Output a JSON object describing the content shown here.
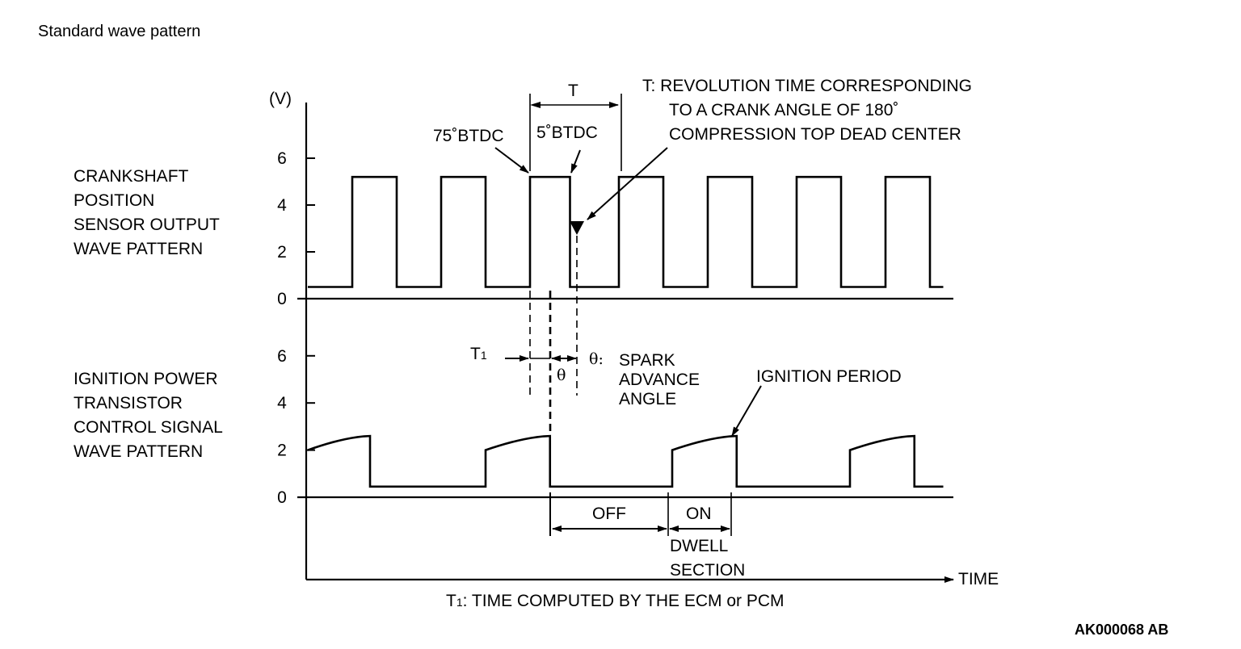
{
  "title": "Standard wave pattern",
  "figure_code": "AK000068 AB",
  "chart_data": {
    "type": "line",
    "x_axis_label": "TIME",
    "y_unit_label": "(V)",
    "x_range": [
      0,
      16
    ],
    "panels": [
      {
        "id": "crank",
        "label_lines": [
          "CRANKSHAFT",
          "POSITION",
          "SENSOR OUTPUT",
          "WAVE PATTERN"
        ],
        "y_ticks": [
          "0",
          "2",
          "4",
          "6"
        ],
        "y_tick_values": [
          0,
          2,
          4,
          6
        ],
        "ylim": [
          0,
          6
        ],
        "low_v": 0.5,
        "high_v": 5.2,
        "points": [
          [
            0,
            0.5
          ],
          [
            1.0,
            0.5
          ],
          [
            1.0,
            5.2
          ],
          [
            2.0,
            5.2
          ],
          [
            2.0,
            0.5
          ],
          [
            3.0,
            0.5
          ],
          [
            3.0,
            5.2
          ],
          [
            4.0,
            5.2
          ],
          [
            4.0,
            0.5
          ],
          [
            5.0,
            0.5
          ],
          [
            5.0,
            5.2
          ],
          [
            5.9,
            5.2
          ],
          [
            5.9,
            0.5
          ],
          [
            7.0,
            0.5
          ],
          [
            7.0,
            5.2
          ],
          [
            8.0,
            5.2
          ],
          [
            8.0,
            0.5
          ],
          [
            9.0,
            0.5
          ],
          [
            9.0,
            5.2
          ],
          [
            10.0,
            5.2
          ],
          [
            10.0,
            0.5
          ],
          [
            11.0,
            0.5
          ],
          [
            11.0,
            5.2
          ],
          [
            12.0,
            5.2
          ],
          [
            12.0,
            0.5
          ],
          [
            13.0,
            0.5
          ],
          [
            13.0,
            5.2
          ],
          [
            14.0,
            5.2
          ],
          [
            14.0,
            0.5
          ],
          [
            14.3,
            0.5
          ]
        ]
      },
      {
        "id": "ignition",
        "label_lines": [
          "IGNITION POWER",
          "TRANSISTOR",
          "CONTROL SIGNAL",
          "WAVE PATTERN"
        ],
        "y_ticks": [
          "0",
          "2",
          "4",
          "6"
        ],
        "y_tick_values": [
          0,
          2,
          4,
          6
        ],
        "ylim": [
          0,
          6
        ],
        "low_v": 0.45,
        "on_start_v": 2.0,
        "on_end_v": 2.6,
        "pulses": [
          [
            0.0,
            1.4
          ],
          [
            4.0,
            5.45
          ],
          [
            8.2,
            9.65
          ],
          [
            12.2,
            13.65
          ]
        ],
        "end_x": 14.3
      }
    ],
    "annotations": {
      "T_label": "T",
      "T_definition_lines": [
        "T:  REVOLUTION TIME CORRESPONDING",
        "TO A CRANK ANGLE OF 180˚",
        "COMPRESSION TOP DEAD CENTER"
      ],
      "btdc75": "75˚BTDC",
      "btdc5": "5˚BTDC",
      "T1_label": "T",
      "T1_sub": "1",
      "theta": "θ",
      "theta_definition_lines": [
        "θ:",
        "SPARK",
        "ADVANCE",
        "ANGLE"
      ],
      "ignition_period": "IGNITION PERIOD",
      "off_label": "OFF",
      "on_label": "ON",
      "dwell_lines": [
        "DWELL",
        "SECTION"
      ],
      "T1_note_prefix": "T",
      "T1_note_sub": "1",
      "T1_note_text": ": TIME COMPUTED BY THE ECM or PCM"
    }
  }
}
